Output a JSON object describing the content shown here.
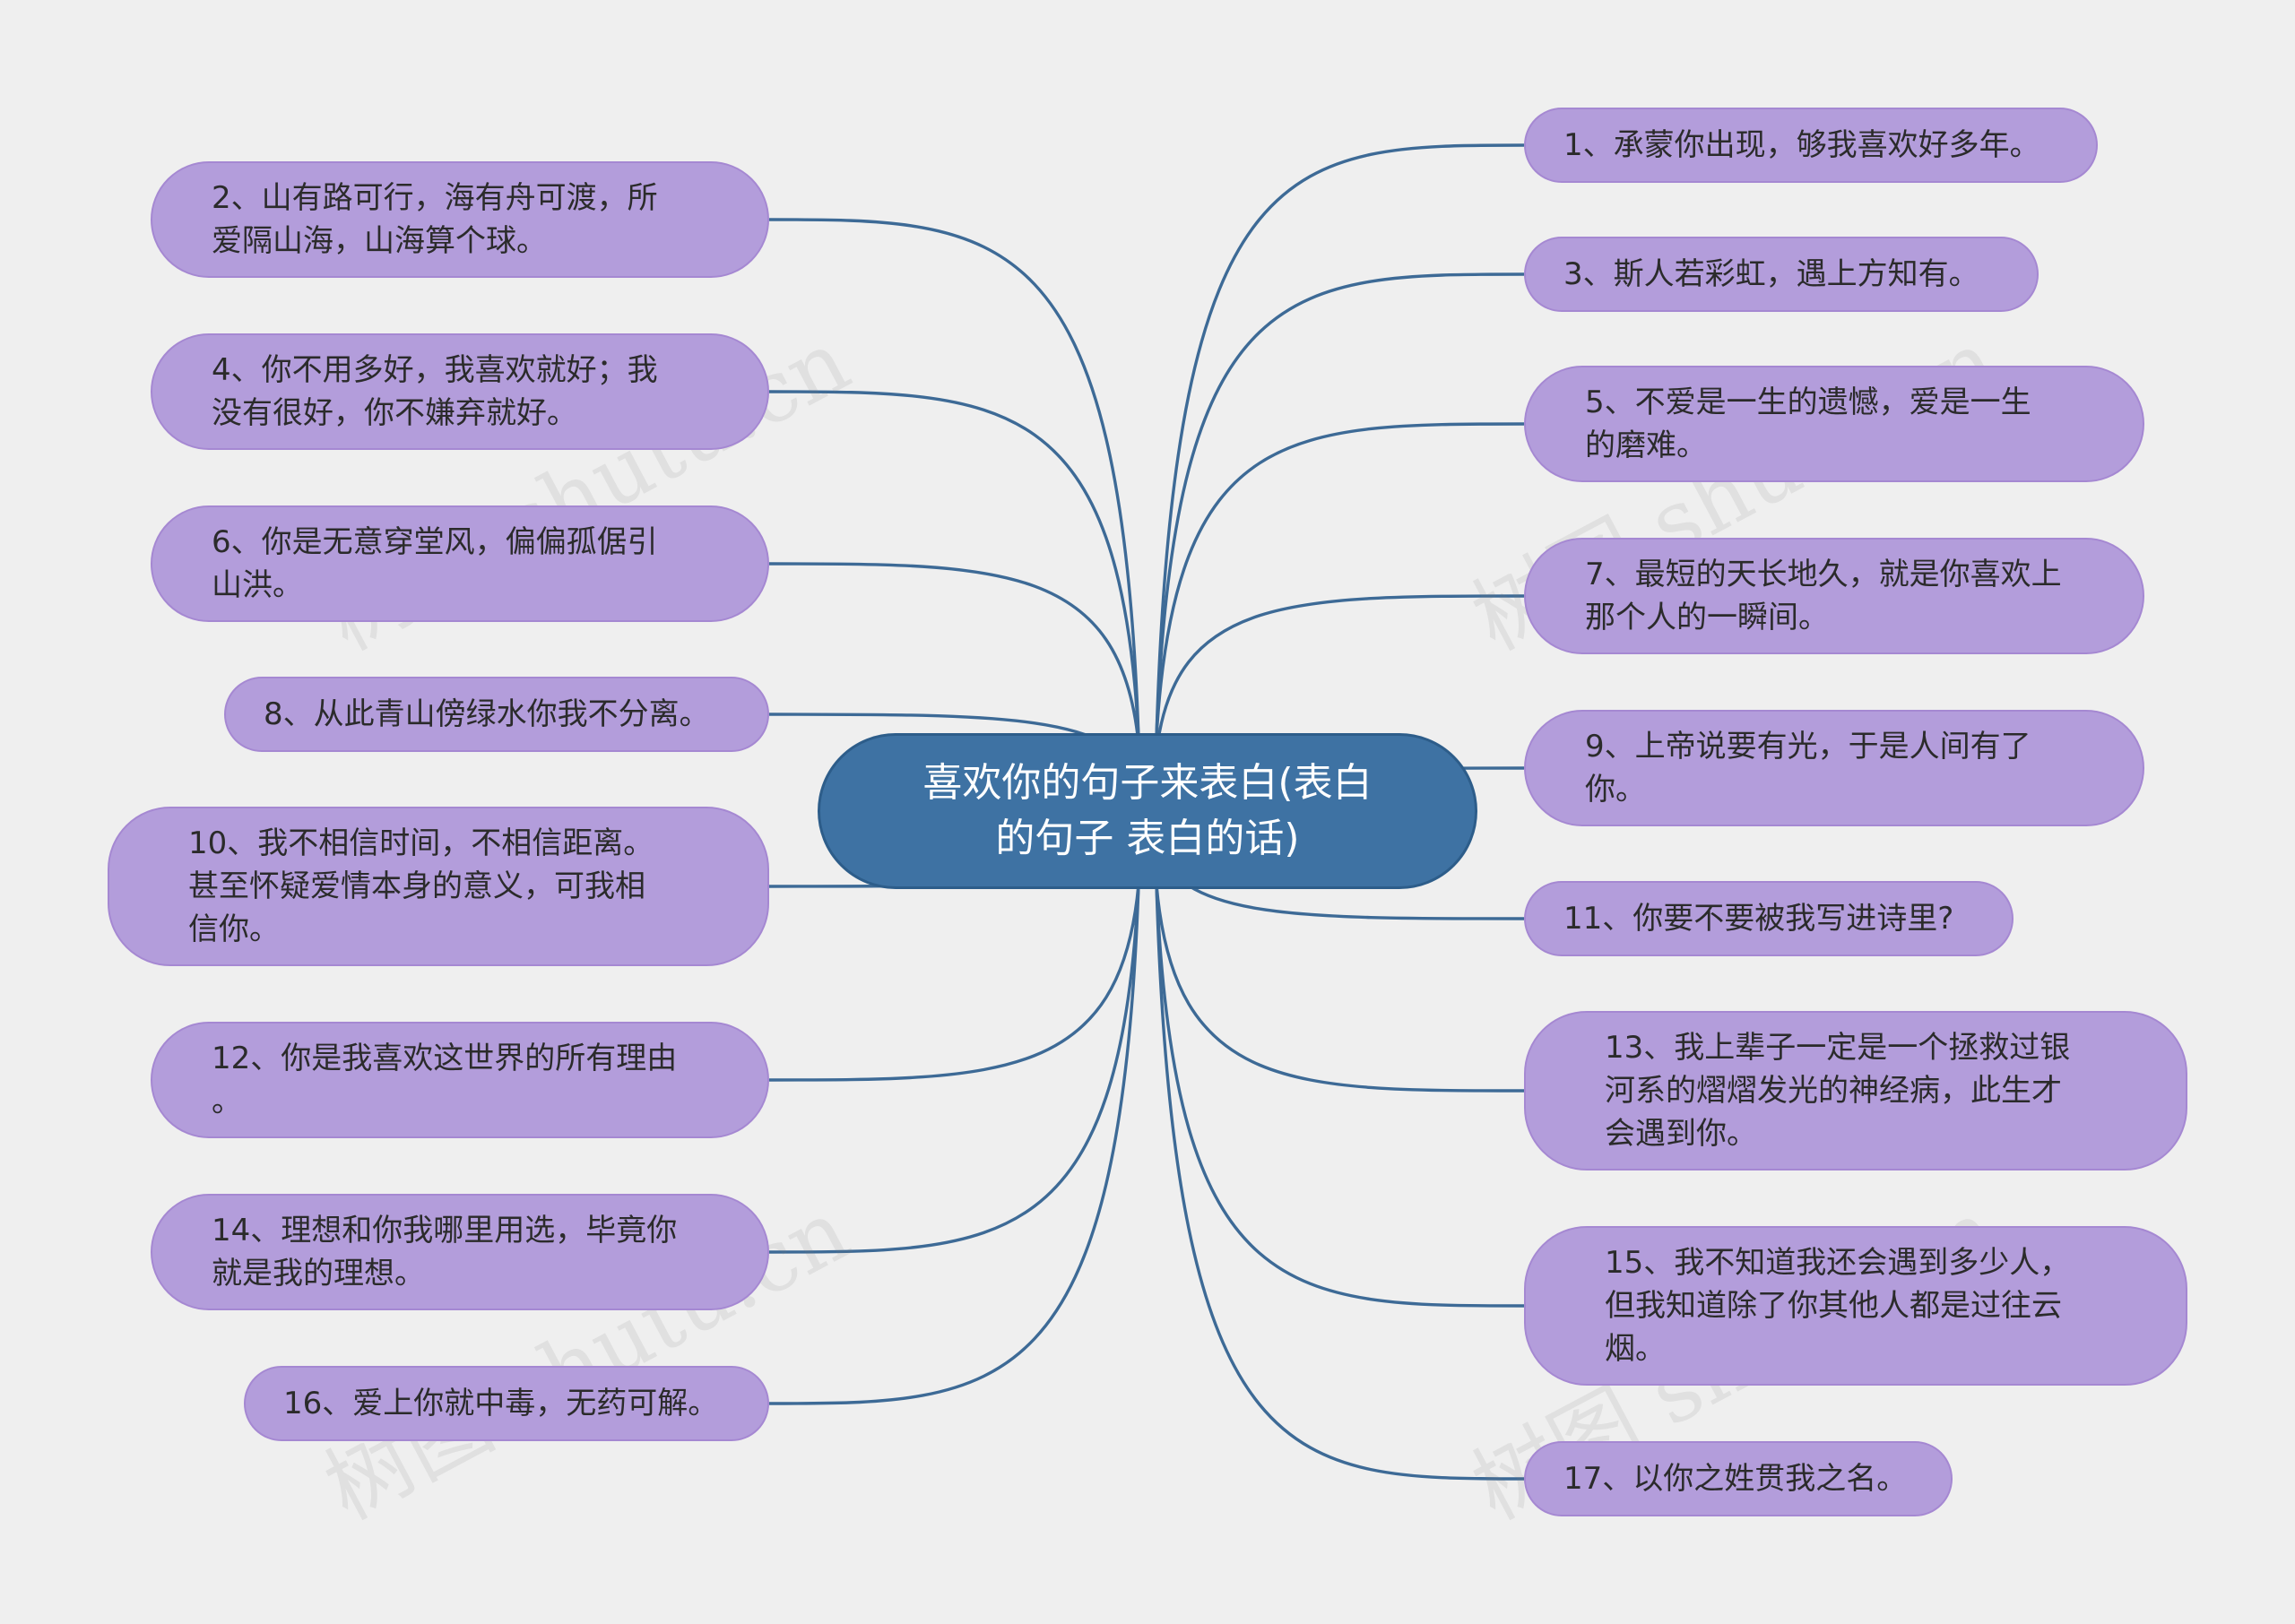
{
  "center": {
    "title": "喜欢你的句子来表白(表白\n的句子  表白的话)"
  },
  "nodes": [
    {
      "id": "n1",
      "text": "1、承蒙你出现，够我喜欢好多年。"
    },
    {
      "id": "n2",
      "text": "2、山有路可行，海有舟可渡，所\n爱隔山海，山海算个球。"
    },
    {
      "id": "n3",
      "text": "3、斯人若彩虹，遇上方知有。"
    },
    {
      "id": "n4",
      "text": "4、你不用多好，我喜欢就好；我\n没有很好，你不嫌弃就好。"
    },
    {
      "id": "n5",
      "text": "5、不爱是一生的遗憾，爱是一生\n的磨难。"
    },
    {
      "id": "n6",
      "text": "6、你是无意穿堂风，偏偏孤倨引\n山洪。"
    },
    {
      "id": "n7",
      "text": "7、最短的天长地久，就是你喜欢上\n那个人的一瞬间。"
    },
    {
      "id": "n8",
      "text": "8、从此青山傍绿水你我不分离。"
    },
    {
      "id": "n9",
      "text": "9、上帝说要有光，于是人间有了\n你。"
    },
    {
      "id": "n10",
      "text": "10、我不相信时间，不相信距离。\n甚至怀疑爱情本身的意义，可我相\n信你。"
    },
    {
      "id": "n11",
      "text": "11、你要不要被我写进诗里?"
    },
    {
      "id": "n12",
      "text": "12、你是我喜欢这世界的所有理由\n。"
    },
    {
      "id": "n13",
      "text": "13、我上辈子一定是一个拯救过银\n河系的熠熠发光的神经病，此生才\n会遇到你。"
    },
    {
      "id": "n14",
      "text": "14、理想和你我哪里用选，毕竟你\n就是我的理想。"
    },
    {
      "id": "n15",
      "text": "15、我不知道我还会遇到多少人，\n但我知道除了你其他人都是过往云\n烟。"
    },
    {
      "id": "n16",
      "text": "16、爱上你就中毒，无药可解。"
    },
    {
      "id": "n17",
      "text": "17、以你之姓贯我之名。"
    }
  ],
  "watermark": {
    "text": "树图 shutu.cn"
  },
  "colors": {
    "background": "#efefef",
    "node": "#b39ddb",
    "center": "#3e72a3",
    "edge": "#3d6a96"
  }
}
